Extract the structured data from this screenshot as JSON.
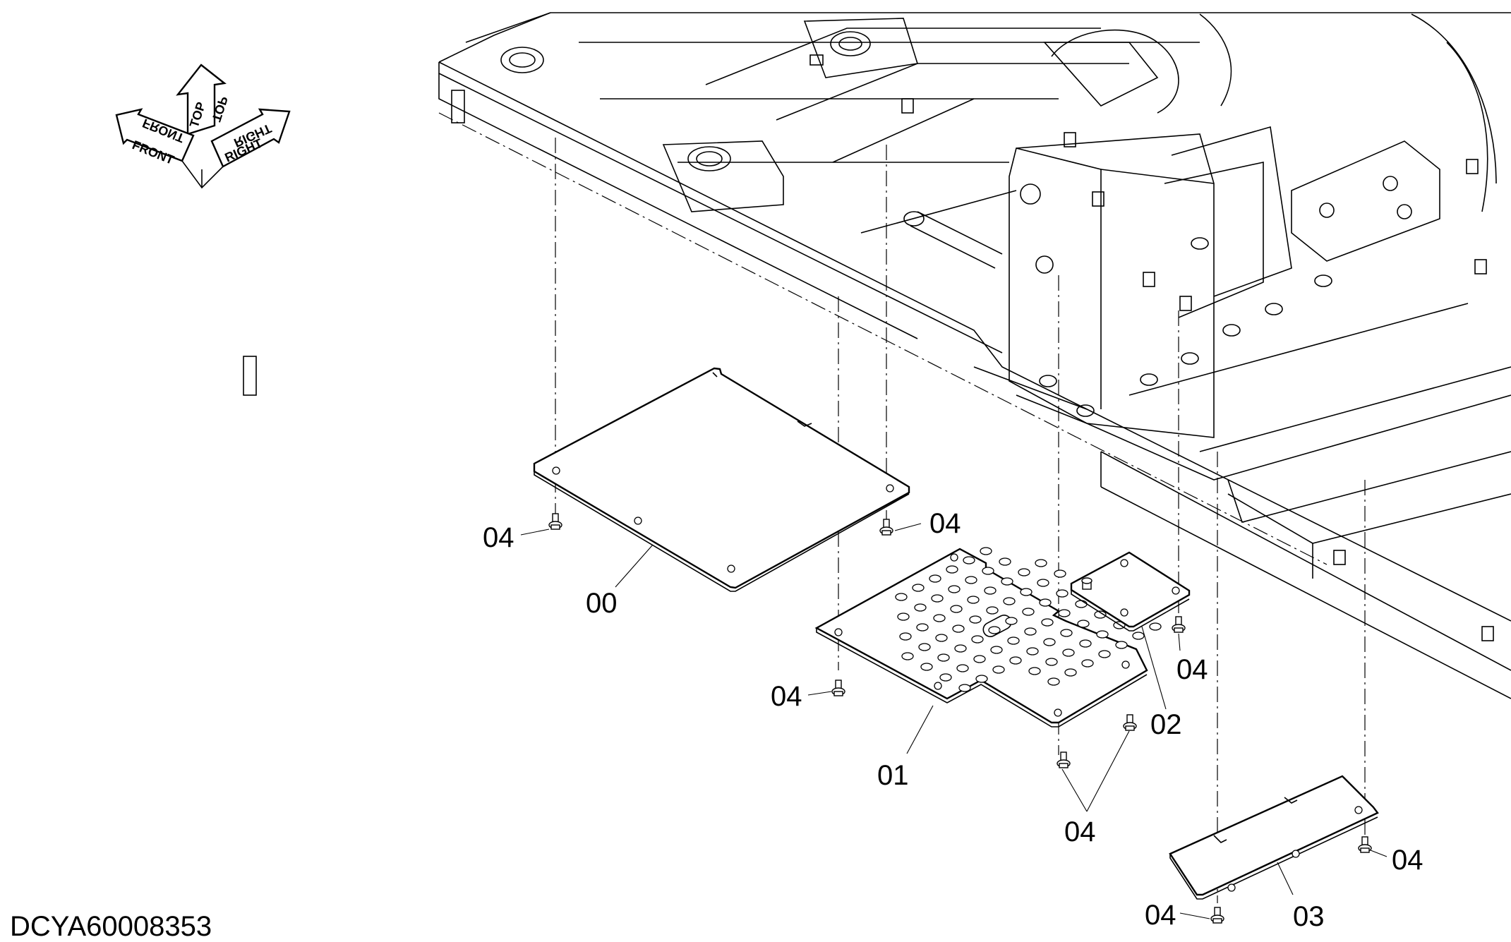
{
  "drawing_id": "DCYA60008353",
  "orientation_indicator": {
    "labels": [
      "FRONT",
      "TOP",
      "RIGHT"
    ]
  },
  "parts": [
    {
      "callout": "00",
      "name": "cover plate"
    },
    {
      "callout": "01",
      "name": "perforated cover"
    },
    {
      "callout": "02",
      "name": "small cover"
    },
    {
      "callout": "03",
      "name": "rear cover"
    },
    {
      "callout": "04",
      "name": "bolt"
    }
  ],
  "callouts": {
    "c00": "00",
    "c01": "01",
    "c02": "02",
    "c03": "03",
    "bolt_a": "04",
    "bolt_b": "04",
    "bolt_c": "04",
    "bolt_d": "04",
    "bolt_e": "04",
    "bolt_f": "04",
    "bolt_g": "04"
  }
}
